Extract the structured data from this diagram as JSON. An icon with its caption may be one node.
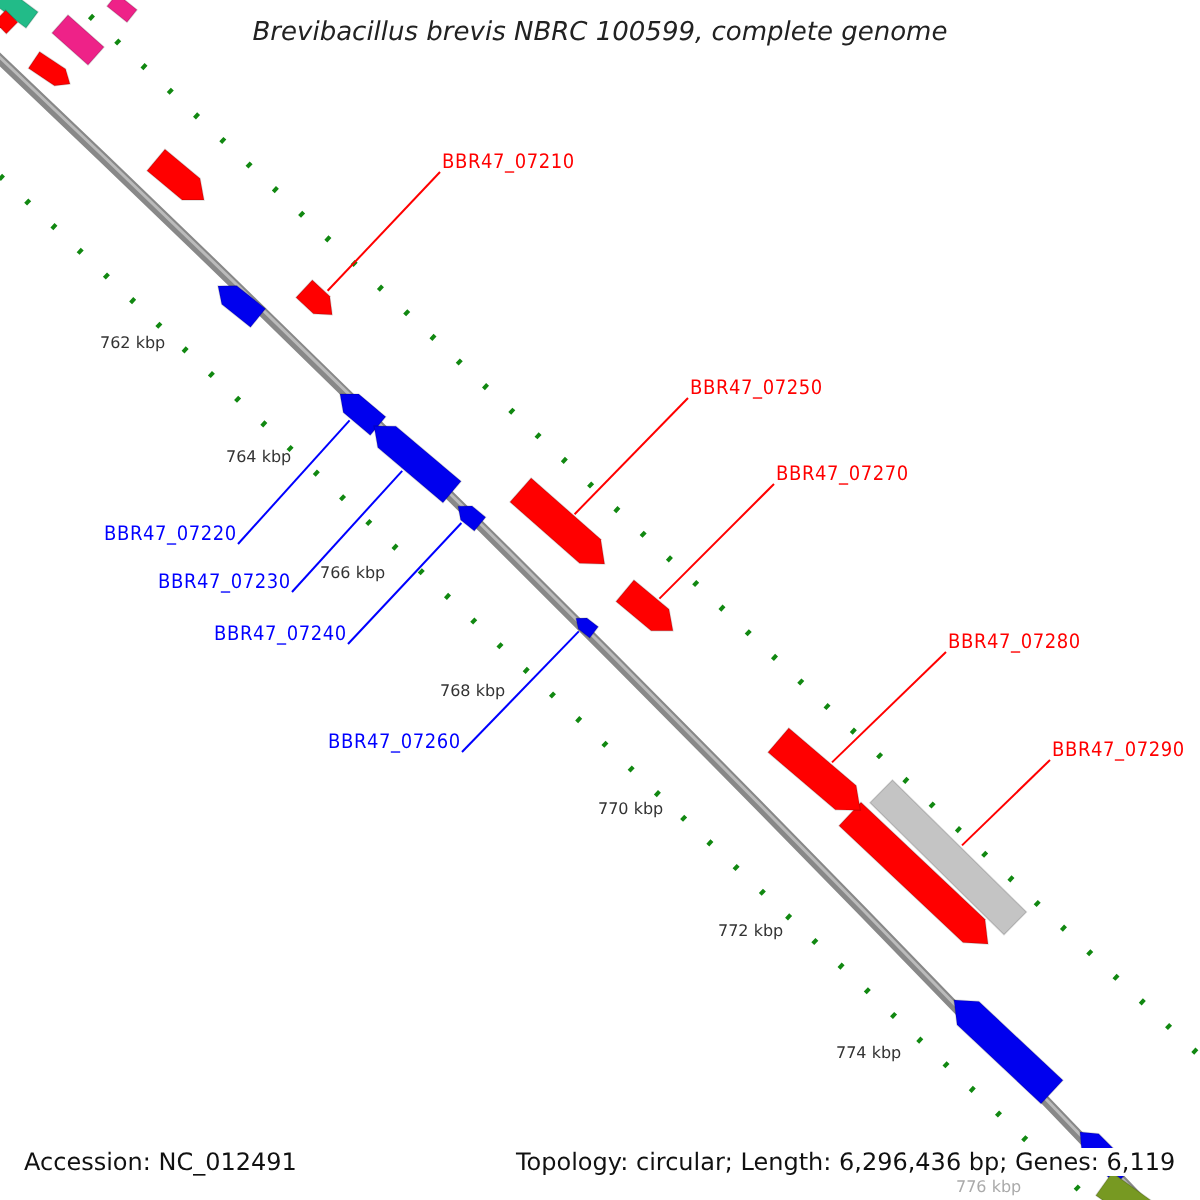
{
  "diagram": {
    "title": "Brevibacillus brevis NBRC 100599, complete genome",
    "nodes": [
      {
        "text": [
          "BBR47_07210"
        ]
      },
      {
        "text": [],
        "shape": "arrow"
      },
      {
        "text": [
          "BBR47_07250"
        ]
      },
      {
        "text": [],
        "shape": "arrow"
      },
      {
        "text": [
          "BBR47_07270"
        ]
      },
      {
        "text": [],
        "shape": "arrow"
      },
      {
        "text": [
          "BBR47_07220"
        ]
      },
      {
        "text": [],
        "shape": "arrow"
      },
      {
        "text": [
          "BBR47_07230"
        ]
      },
      {
        "text": [],
        "shape": "arrow"
      },
      {
        "text": [
          "BBR47_07240"
        ]
      },
      {
        "text": [],
        "shape": "arrow"
      },
      {
        "text": [
          "BBR47_07280"
        ]
      },
      {
        "text": [],
        "shape": "arrow"
      },
      {
        "text": [
          "BBR47_07260"
        ]
      },
      {
        "text": [],
        "shape": "arrow"
      },
      {
        "text": [
          "BBR47_07290"
        ]
      },
      {
        "text": [],
        "shape": "bar"
      }
    ],
    "edges": [
      {
        "from": 0,
        "to": 1,
        "arrow": "none"
      },
      {
        "from": 2,
        "to": 3,
        "arrow": "none"
      },
      {
        "from": 4,
        "to": 5,
        "arrow": "none"
      },
      {
        "from": 6,
        "to": 7,
        "arrow": "none",
        "color": "#0000ff"
      },
      {
        "from": 8,
        "to": 9,
        "arrow": "none",
        "color": "#0000ff"
      },
      {
        "from": 10,
        "to": 11,
        "arrow": "none",
        "color": "#0000ff"
      },
      {
        "from": 12,
        "to": 13,
        "arrow": "none"
      },
      {
        "from": 14,
        "to": 15,
        "arrow": "none",
        "color": "#0000ff"
      },
      {
        "from": 16,
        "to": 17,
        "arrow": "none"
      }
    ],
    "labels": [
      "762 kbp",
      "764 kbp",
      "766 kbp",
      "768 kbp",
      "770 kbp",
      "772 kbp",
      "774 kbp",
      "776 kbp",
      "Accession: NC_012491",
      "Topology: circular; Length: 6,296,436 bp; Genes: 6,119"
    ]
  }
}
